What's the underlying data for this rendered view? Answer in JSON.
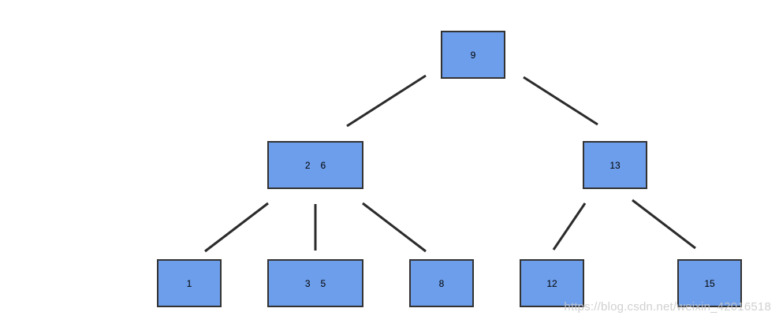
{
  "tree": {
    "root": {
      "keys": [
        "9"
      ]
    },
    "left": {
      "keys": [
        "2",
        "6"
      ]
    },
    "right": {
      "keys": [
        "13"
      ]
    },
    "left_left": {
      "keys": [
        "1"
      ]
    },
    "left_middle": {
      "keys": [
        "3",
        "5"
      ]
    },
    "left_right": {
      "keys": [
        "8"
      ]
    },
    "right_left": {
      "keys": [
        "12"
      ]
    },
    "right_right": {
      "keys": [
        "15"
      ]
    }
  },
  "watermark": "https://blog.csdn.net/weixin_42016518",
  "colors": {
    "node_fill": "#6d9eeb",
    "node_border": "#333333",
    "edge": "#2b2b2b",
    "background": "#ffffff"
  }
}
